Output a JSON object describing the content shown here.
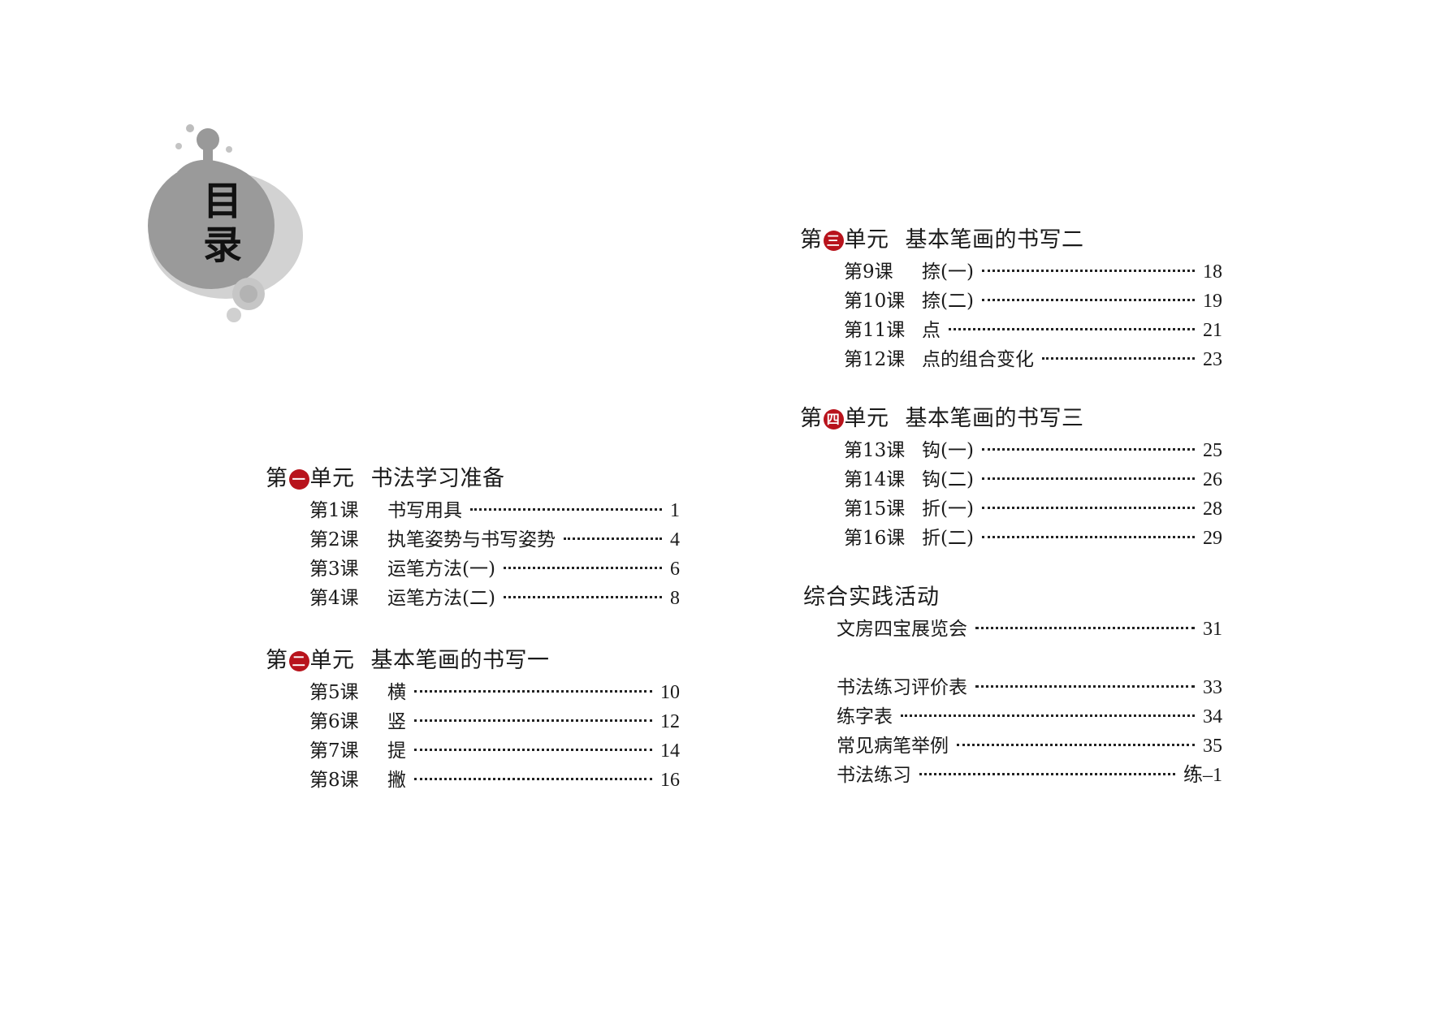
{
  "title": {
    "char1": "目",
    "char2": "录"
  },
  "colors": {
    "badge": "#b8131c",
    "ink": "#8a8a8a",
    "text": "#1a1a1a"
  },
  "units": [
    {
      "prefix": "第",
      "badge": "一",
      "suffix": "单元",
      "title": "书法学习准备",
      "lessons": [
        {
          "no": "第1课",
          "name": "书写用具",
          "page": "1"
        },
        {
          "no": "第2课",
          "name": "执笔姿势与书写姿势",
          "page": "4"
        },
        {
          "no": "第3课",
          "name": "运笔方法(一)",
          "page": "6"
        },
        {
          "no": "第4课",
          "name": "运笔方法(二)",
          "page": "8"
        }
      ]
    },
    {
      "prefix": "第",
      "badge": "二",
      "suffix": "单元",
      "title": "基本笔画的书写一",
      "lessons": [
        {
          "no": "第5课",
          "name": "横",
          "page": "10"
        },
        {
          "no": "第6课",
          "name": "竖",
          "page": "12"
        },
        {
          "no": "第7课",
          "name": "提",
          "page": "14"
        },
        {
          "no": "第8课",
          "name": "撇",
          "page": "16"
        }
      ]
    },
    {
      "prefix": "第",
      "badge": "三",
      "suffix": "单元",
      "title": "基本笔画的书写二",
      "lessons": [
        {
          "no": "第9课",
          "name": "捺(一)",
          "page": "18"
        },
        {
          "no": "第10课",
          "name": "捺(二)",
          "page": "19"
        },
        {
          "no": "第11课",
          "name": "点",
          "page": "21"
        },
        {
          "no": "第12课",
          "name": "点的组合变化",
          "page": "23"
        }
      ]
    },
    {
      "prefix": "第",
      "badge": "四",
      "suffix": "单元",
      "title": "基本笔画的书写三",
      "lessons": [
        {
          "no": "第13课",
          "name": "钩(一)",
          "page": "25"
        },
        {
          "no": "第14课",
          "name": "钩(二)",
          "page": "26"
        },
        {
          "no": "第15课",
          "name": "折(一)",
          "page": "28"
        },
        {
          "no": "第16课",
          "name": "折(二)",
          "page": "29"
        }
      ]
    }
  ],
  "activity": {
    "heading": "综合实践活动",
    "items": [
      {
        "name": "文房四宝展览会",
        "page": "31"
      }
    ]
  },
  "appendix": [
    {
      "name": "书法练习评价表",
      "page": "33"
    },
    {
      "name": "练字表",
      "page": "34"
    },
    {
      "name": "常见病笔举例",
      "page": "35"
    },
    {
      "name": "书法练习",
      "page": "练–1"
    }
  ]
}
